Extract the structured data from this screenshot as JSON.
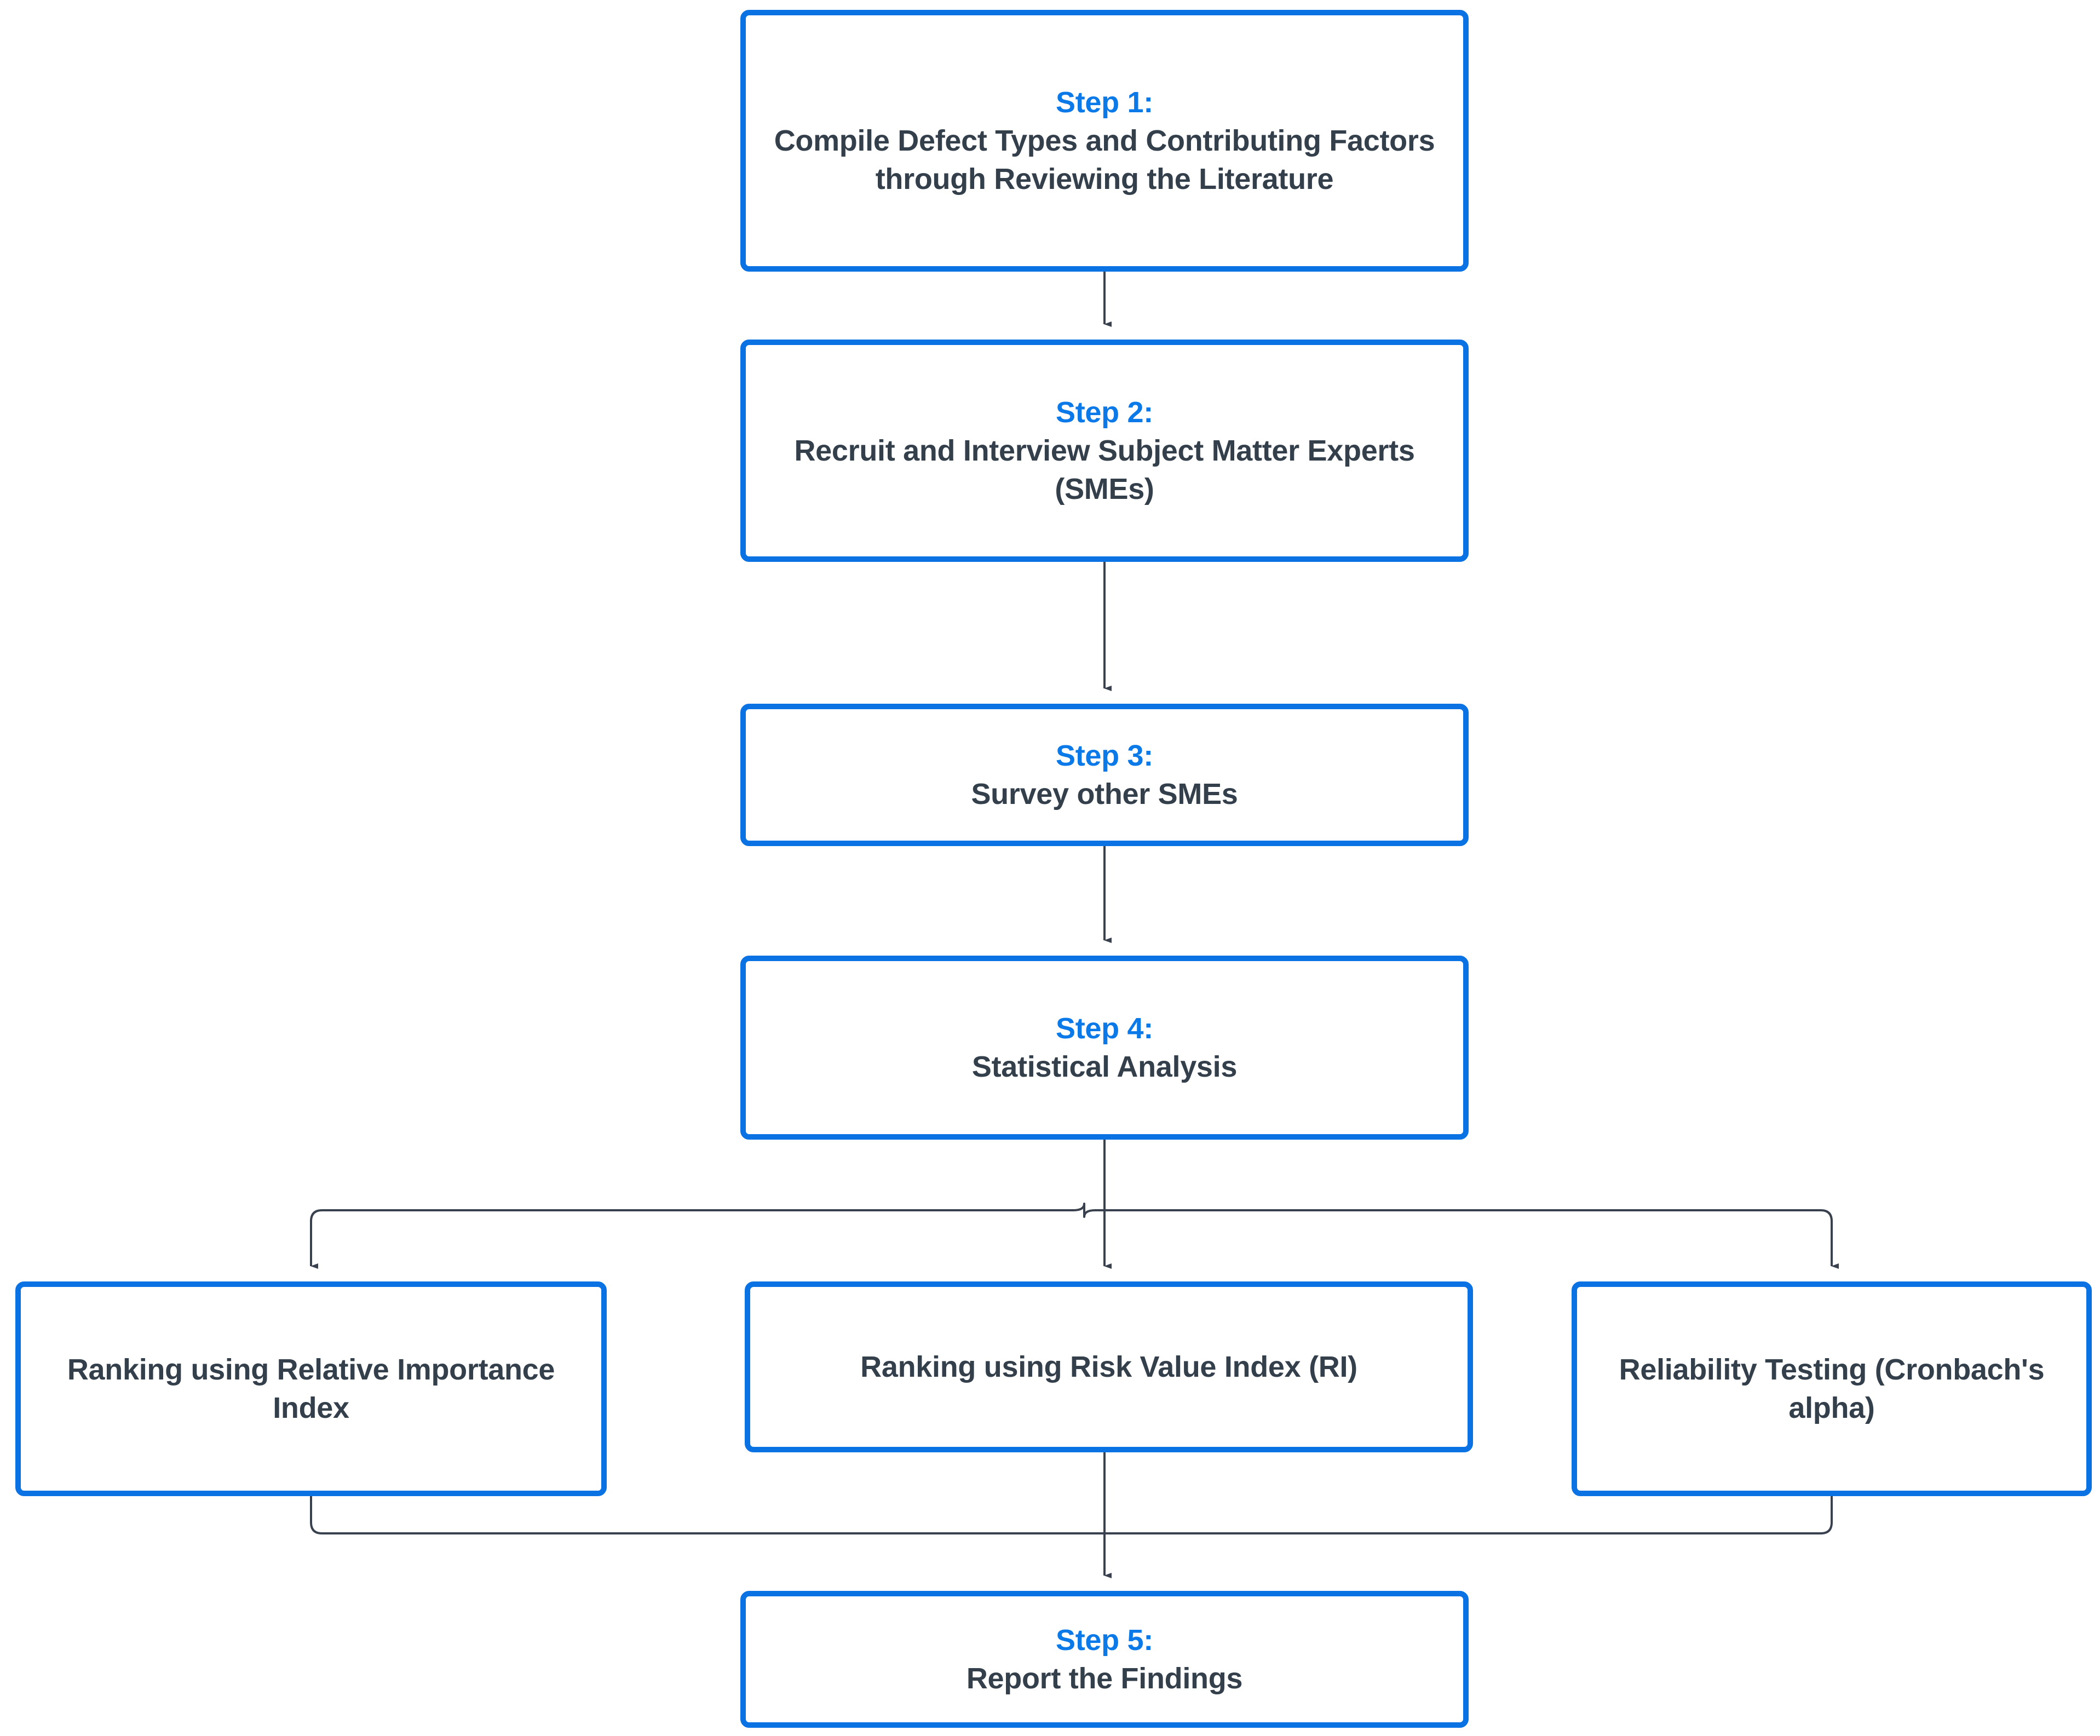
{
  "diagram": {
    "type": "flowchart",
    "orientation": "top-to-bottom",
    "colors": {
      "node_border": "#0b72e4",
      "node_fill": "#ffffff",
      "step_label": "#0b7ae8",
      "body_text": "#343f4c",
      "edge_line": "#38414d",
      "background": "#ffffff"
    },
    "nodes": [
      {
        "id": "step1",
        "step_label": "Step 1:",
        "title": "Compile Defect Types and Contributing Factors through Reviewing the Literature"
      },
      {
        "id": "step2",
        "step_label": "Step 2:",
        "title": "Recruit and Interview Subject Matter Experts (SMEs)"
      },
      {
        "id": "step3",
        "step_label": "Step 3:",
        "title": "Survey other SMEs"
      },
      {
        "id": "step4",
        "step_label": "Step 4:",
        "title": "Statistical Analysis"
      },
      {
        "id": "rii",
        "step_label": "",
        "title": "Ranking using Relative Importance Index"
      },
      {
        "id": "ri",
        "step_label": "",
        "title": "Ranking using Risk Value Index (RI)"
      },
      {
        "id": "reliability",
        "step_label": "",
        "title": "Reliability Testing (Cronbach's alpha)"
      },
      {
        "id": "step5",
        "step_label": "Step 5:",
        "title": "Report the Findings"
      }
    ],
    "edges": [
      {
        "from": "step1",
        "to": "step2",
        "style": "arrow"
      },
      {
        "from": "step2",
        "to": "step3",
        "style": "arrow"
      },
      {
        "from": "step3",
        "to": "step4",
        "style": "arrow"
      },
      {
        "from": "step4",
        "to": "rii",
        "style": "arrow"
      },
      {
        "from": "step4",
        "to": "ri",
        "style": "arrow"
      },
      {
        "from": "step4",
        "to": "reliability",
        "style": "arrow"
      },
      {
        "from": "rii",
        "to": "step5",
        "style": "arrow"
      },
      {
        "from": "ri",
        "to": "step5",
        "style": "arrow"
      },
      {
        "from": "reliability",
        "to": "step5",
        "style": "arrow"
      }
    ]
  }
}
